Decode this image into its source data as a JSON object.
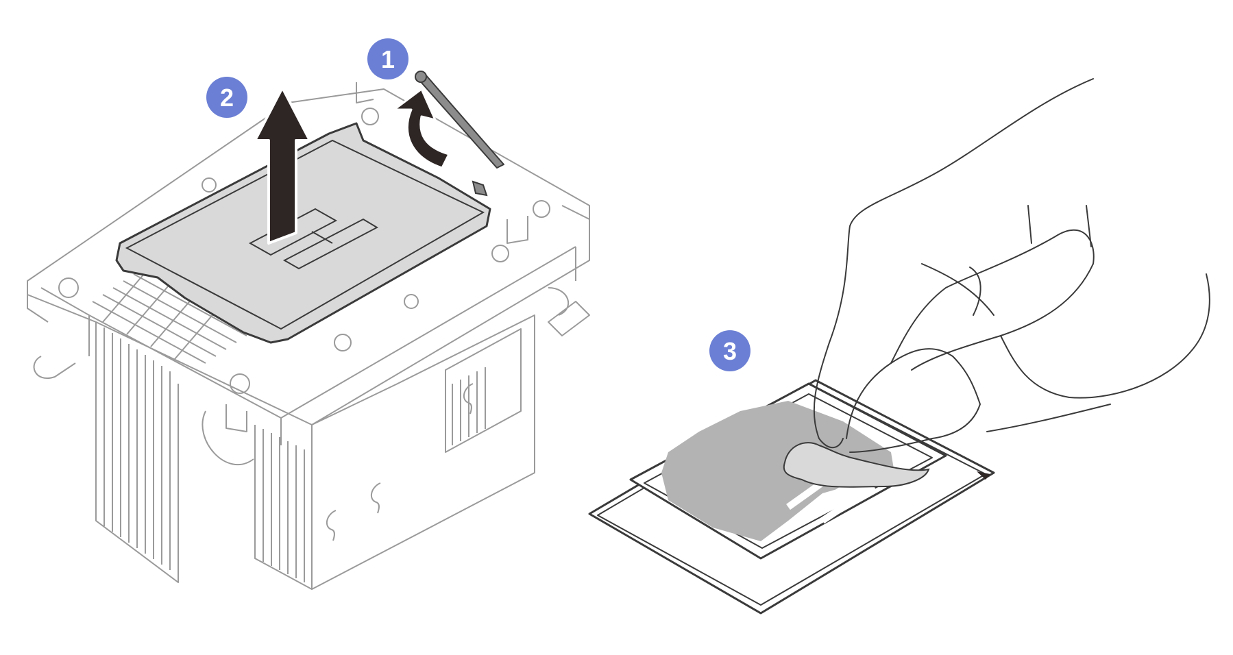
{
  "callouts": [
    {
      "label": "1",
      "color": "#6b7fd4"
    },
    {
      "label": "2",
      "color": "#6b7fd4"
    },
    {
      "label": "3",
      "color": "#6b7fd4"
    }
  ],
  "colors": {
    "line": "#3a3a3a",
    "light_line": "#9a9a9a",
    "fill_grey": "#d9d9d9",
    "paste_grey": "#b3b3b3",
    "arrow": "#2e2625",
    "lever": "#8c8c8c"
  },
  "icons": {
    "lift_arrow": "up-arrow-icon",
    "rotate_arrow": "curved-arrow-icon"
  }
}
